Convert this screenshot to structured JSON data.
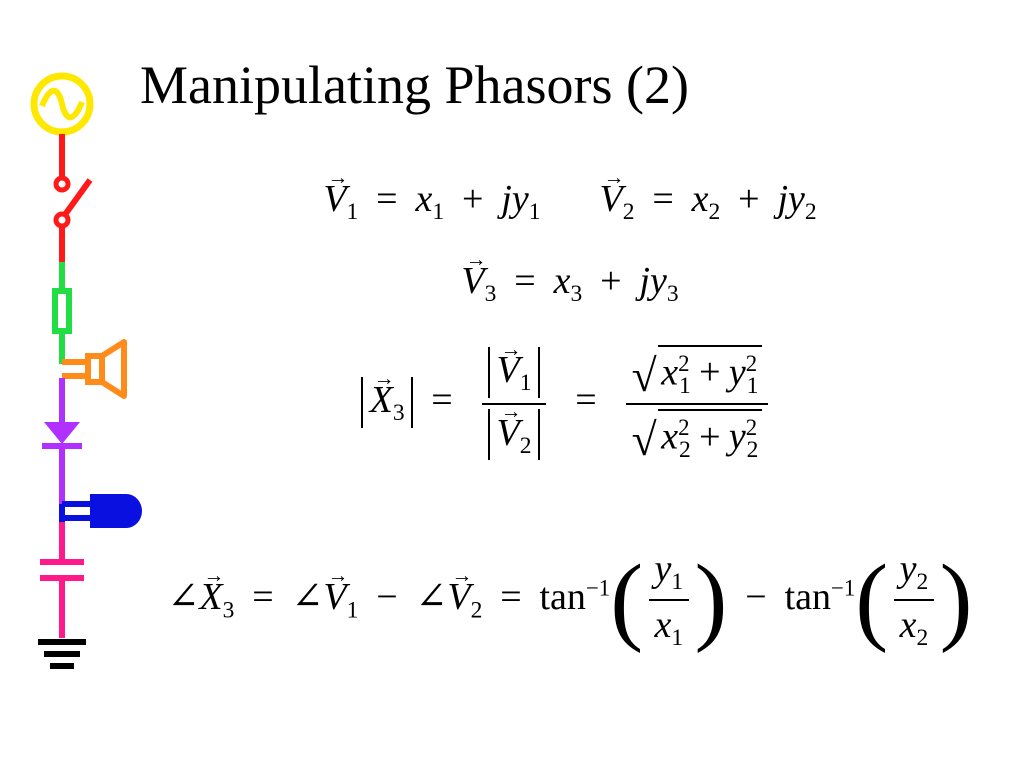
{
  "slide": {
    "title": "Manipulating Phasors (2)"
  },
  "sidebar": {
    "icon_names": [
      "ac-source-icon",
      "switch-icon",
      "resistor-icon",
      "speaker-icon",
      "diode-icon",
      "lamp-icon",
      "capacitor-icon",
      "ground-icon"
    ],
    "colors": {
      "source": "#ffe800",
      "switch": "#ff1a1a",
      "resistor": "#22dd44",
      "speaker": "#ff8c1a",
      "diode": "#b030ff",
      "lamp": "#0a10e0",
      "capacitor": "#ff1a8c",
      "ground": "#000000"
    }
  },
  "equations": {
    "v": "V",
    "x": "x",
    "y": "y",
    "j": "j",
    "big_x": "X",
    "one": "1",
    "two": "2",
    "three": "3",
    "sq": "2",
    "eq": "=",
    "plus": "+",
    "minus": "−",
    "angle": "∠",
    "tan": "tan",
    "inv": "−1",
    "lparen": "(",
    "rparen": ")",
    "radical": "√"
  }
}
